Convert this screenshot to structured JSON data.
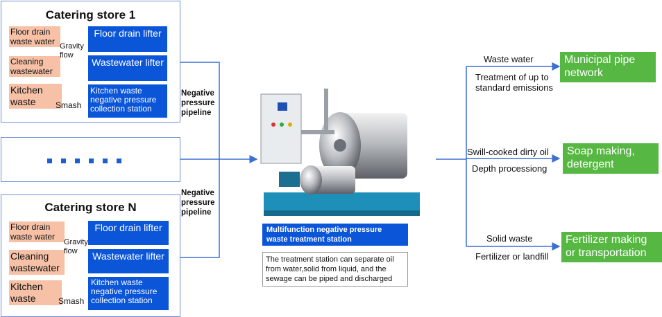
{
  "store1": {
    "title": "Catering store 1",
    "floor_src": "Floor drain waste water",
    "cleaning_src": "Cleaning wastewater",
    "kitchen_src": "Kitchen waste",
    "gravity_label": "Gravity flow",
    "smash_label": "Smash",
    "floor_lifter": "Floor drain lifter",
    "waste_lifter": "Wastewater lifter",
    "collection": "Kitchen waste negative pressure collection station"
  },
  "storeN": {
    "title": "Catering store N",
    "floor_src": "Floor drain waste water",
    "cleaning_src": "Cleaning wastewater",
    "kitchen_src": "Kitchen waste",
    "gravity_label": "Gravity flow",
    "smash_label": "Smash",
    "floor_lifter": "Floor drain lifter",
    "waste_lifter": "Wastewater lifter",
    "collection": "Kitchen waste negative pressure collection station"
  },
  "pipeline_label_top": "Negative pressure pipeline",
  "pipeline_label_bottom": "Negative pressure pipeline",
  "station": {
    "title": "Multifunction negative pressure waste treatment station",
    "description": "The treatment station can separate oil from water,solid from liquid, and the sewage can be piped and discharged"
  },
  "outputs": [
    {
      "above": "Waste water",
      "below": "Treatment of up to standard emissions",
      "target": "Municipal pipe network"
    },
    {
      "above": "Swill-cooked dirty oil",
      "below": "Depth processiong",
      "target": "Soap making, detergent"
    },
    {
      "above": "Solid waste",
      "below": "Fertilizer or landfill",
      "target": "Fertilizer making or transportation"
    }
  ],
  "colors": {
    "blue": "#0b55d8",
    "source": "#f6c1a6",
    "green": "#56b842",
    "line": "#3c6fd2"
  }
}
